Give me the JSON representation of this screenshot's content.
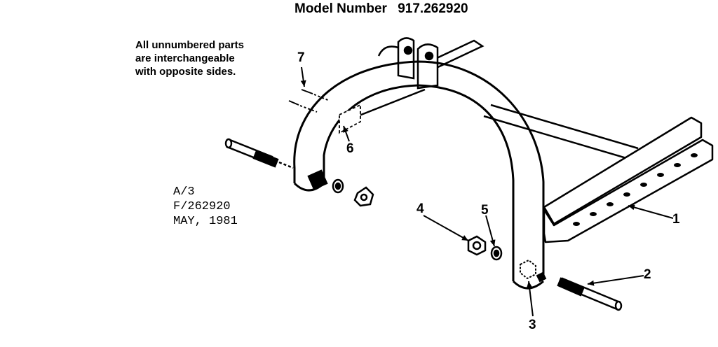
{
  "header": {
    "label": "Model Number",
    "model_number": "917.262920"
  },
  "note": {
    "lines": [
      "All unnumbered parts",
      "are interchangeable",
      "with opposite sides."
    ]
  },
  "reference": {
    "lines": [
      "A/3",
      "F/262920",
      "MAY, 1981"
    ]
  },
  "callouts": [
    "1",
    "2",
    "3",
    "4",
    "5",
    "6",
    "7"
  ],
  "colors": {
    "ink": "#000000",
    "paper": "#ffffff"
  }
}
